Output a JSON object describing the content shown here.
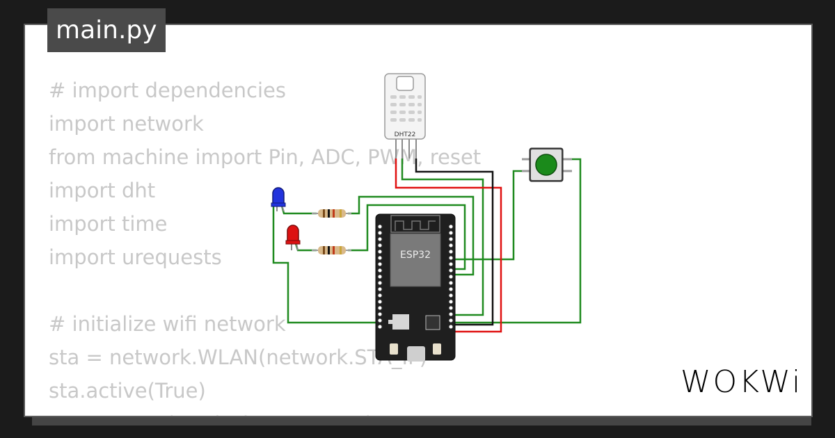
{
  "file_tab": {
    "label": "main.py"
  },
  "code_lines": [
    "# import dependencies",
    "import network",
    "from machine import Pin, ADC, PWM, reset",
    "import dht",
    "import time",
    "import urequests",
    "",
    "# initialize wifi network",
    "sta = network.WLAN(network.STA_IF)",
    "sta.active(True)",
    "sta.connect(\"Wokwi-GUEST\", \"\")"
  ],
  "components": {
    "sensor_label": "DHT22",
    "board_label": "ESP32",
    "led_colors": {
      "blue": "#2233dd",
      "red": "#dd1111"
    },
    "button_color": "#1b8a1b"
  },
  "wire_colors": {
    "signal": "#1f8a1f",
    "power": "#e01010",
    "ground": "#111111"
  },
  "branding": {
    "logo_text": "WOKWi"
  }
}
